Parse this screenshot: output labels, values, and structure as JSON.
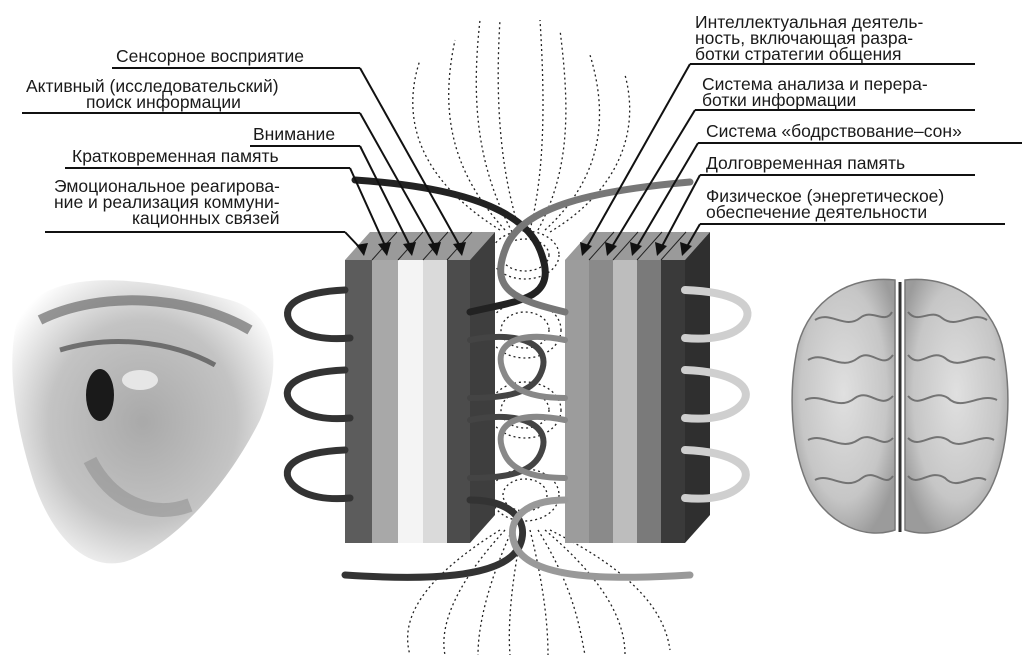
{
  "left_labels": {
    "sensory": [
      "Сенсорное восприятие"
    ],
    "active_search": [
      "Активный (исследовательский)",
      "поиск информации"
    ],
    "attention": [
      "Внимание"
    ],
    "short_memory": [
      "Кратковременная память"
    ],
    "emotional": [
      "Эмоциональное реагирова-",
      "ние и реализация коммуни-",
      "кационных связей"
    ]
  },
  "right_labels": {
    "intellectual": [
      "Интеллектуальная деятель-",
      "ность, включающая разра-",
      "ботки стратегии общения"
    ],
    "analysis": [
      "Система анализа и перера-",
      "ботки информации"
    ],
    "wake_sleep": [
      "Система «бодрствование–сон»"
    ],
    "long_memory": [
      "Долговременная память"
    ],
    "physical": [
      "Физическое (энергетическое)",
      "обеспечение деятельности"
    ]
  },
  "colors": {
    "ink": "#1a1a1a",
    "bar_dark": "#4a4a4a",
    "bar_mid": "#8a8a8a",
    "bar_light": "#c8c8c8",
    "bar_white": "#f2f2f2"
  },
  "icons": {
    "eye": "eye-image",
    "brain": "brain-image"
  }
}
